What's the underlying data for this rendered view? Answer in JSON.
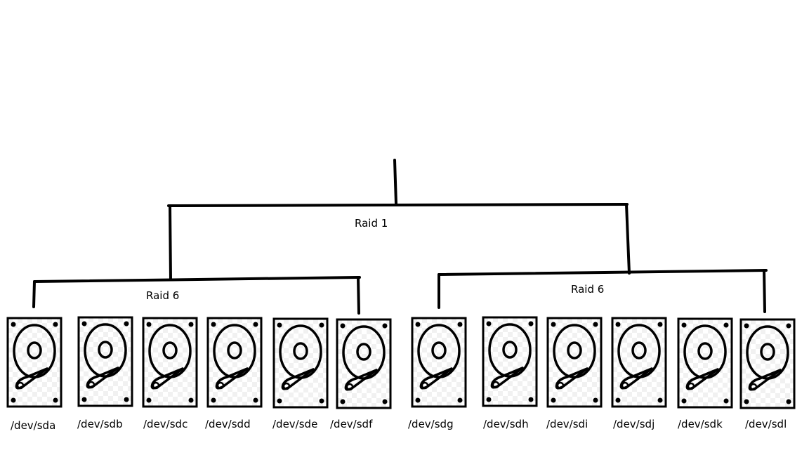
{
  "top_array": {
    "label": "Raid 1"
  },
  "sub_arrays": [
    {
      "label": "Raid 6",
      "disks": [
        "/dev/sda",
        "/dev/sdb",
        "/dev/sdc",
        "/dev/sdd",
        "/dev/sde",
        "/dev/sdf"
      ]
    },
    {
      "label": "Raid 6",
      "disks": [
        "/dev/sdg",
        "/dev/sdh",
        "/dev/sdi",
        "/dev/sdj",
        "/dev/sdk",
        "/dev/sdl"
      ]
    }
  ],
  "colors": {
    "stroke": "#000000",
    "background": "#ffffff"
  },
  "icons": {
    "disk": "hard-drive-icon"
  }
}
